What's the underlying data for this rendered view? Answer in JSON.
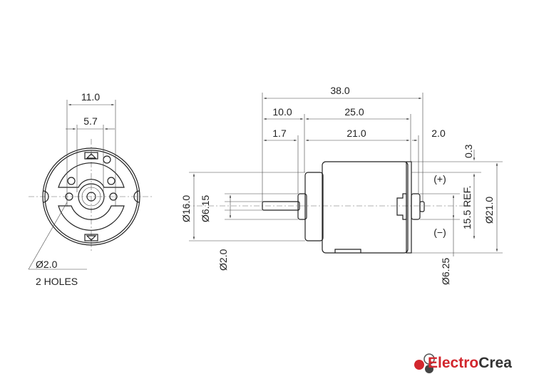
{
  "front_view": {
    "dim_width": "11.0",
    "dim_inner": "5.7",
    "hole_dia": "Ø2.0",
    "hole_count": "2 HOLES"
  },
  "side_view": {
    "dim_total_length": "38.0",
    "dim_shaft": "10.0",
    "dim_body": "25.0",
    "dim_boss": "1.7",
    "dim_can": "21.0",
    "dim_rear": "2.0",
    "dim_offset": "0.3",
    "dia_boss": "Ø16.0",
    "dia_bushing": "Ø6.15",
    "dia_shaft": "Ø2.0",
    "dia_can": "Ø21.0",
    "terminal_spacing": "15.5 REF.",
    "dia_rear_bushing": "Ø6.25",
    "terminal_plus": "(+)",
    "terminal_minus": "(−)"
  },
  "logo": {
    "brand_part1": "Electro",
    "brand_part2": "Crea",
    "brand_color": "#d2262d"
  }
}
